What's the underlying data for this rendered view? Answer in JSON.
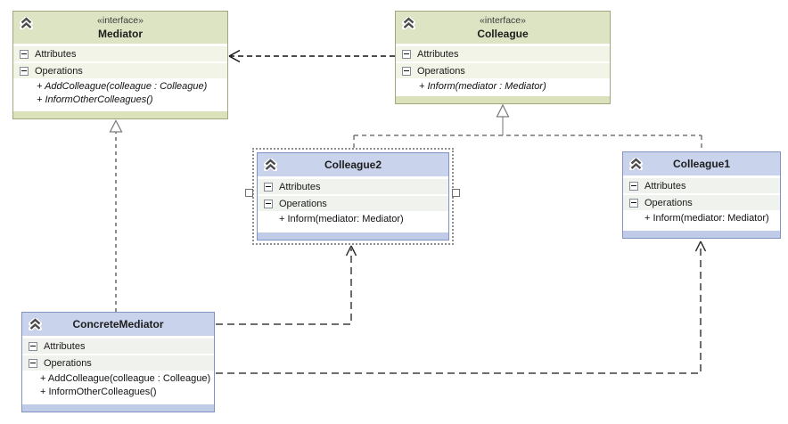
{
  "labels": {
    "attributes": "Attributes",
    "operations": "Operations"
  },
  "classes": [
    {
      "name": "Mediator",
      "stereotype": "«interface»",
      "kind": "interface",
      "theme": "green",
      "operations": [
        "+ AddColleague(colleague : Colleague)",
        "+ InformOtherColleagues()"
      ]
    },
    {
      "name": "Colleague",
      "stereotype": "«interface»",
      "kind": "interface",
      "theme": "green",
      "operations": [
        "+ Inform(mediator : Mediator)"
      ]
    },
    {
      "name": "Colleague2",
      "kind": "class",
      "theme": "blue",
      "selected": true,
      "operations": [
        "+ Inform(mediator: Mediator)"
      ]
    },
    {
      "name": "Colleague1",
      "kind": "class",
      "theme": "blue",
      "selected": false,
      "operations": [
        "+ Inform(mediator: Mediator)"
      ]
    },
    {
      "name": "ConcreteMediator",
      "kind": "class",
      "theme": "blue",
      "selected": false,
      "operations": [
        "+ AddColleague(colleague : Colleague)",
        "+ InformOtherColleagues()"
      ]
    }
  ],
  "relationships": [
    {
      "type": "dependency",
      "from": "Colleague",
      "to": "Mediator",
      "style": "dashed-open-arrow"
    },
    {
      "type": "realization",
      "from": "ConcreteMediator",
      "to": "Mediator",
      "style": "dashed-hollow-triangle"
    },
    {
      "type": "realization",
      "from": "Colleague2",
      "to": "Colleague",
      "style": "dashed-hollow-triangle"
    },
    {
      "type": "realization",
      "from": "Colleague1",
      "to": "Colleague",
      "style": "dashed-hollow-triangle"
    },
    {
      "type": "dependency",
      "from": "ConcreteMediator",
      "to": "Colleague2",
      "style": "dashed-open-arrow"
    },
    {
      "type": "dependency",
      "from": "ConcreteMediator",
      "to": "Colleague1",
      "style": "dashed-open-arrow"
    }
  ],
  "colors": {
    "interface_header": "#dde4c3",
    "interface_footer": "#dbe2bb",
    "interface_border": "#a3a77d",
    "class_header": "#c9d3ec",
    "class_footer": "#bfcbe7",
    "class_border": "#8194c1",
    "section_row_green": "#f2f4e7",
    "section_row_blue": "#f0f2ed",
    "canvas_background": "#ffffff"
  }
}
